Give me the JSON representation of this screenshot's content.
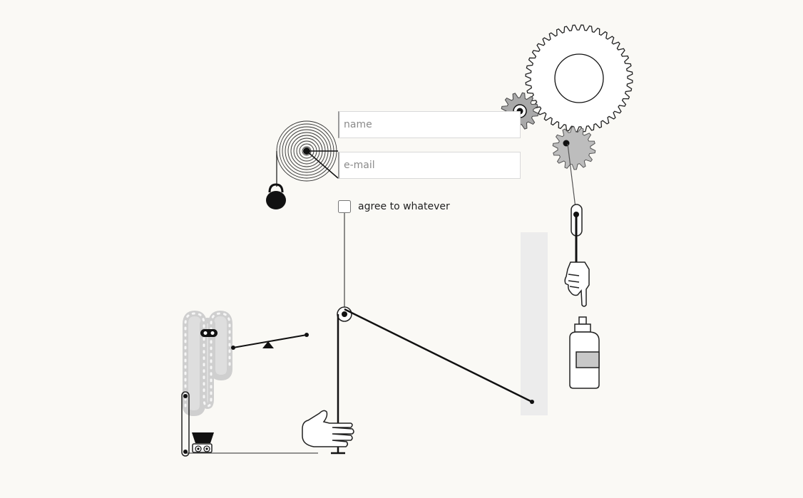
{
  "form": {
    "name_placeholder": "name",
    "email_placeholder": "e-mail",
    "agree_label": "agree to whatever"
  },
  "colors": {
    "background": "#faf9f5",
    "line": "#111111",
    "gear_fill": "#bdbdbd",
    "chain_fill": "#dcdcdc",
    "panel": "#ececec"
  },
  "icons": [
    "gear-icon",
    "kettlebell-icon",
    "spiral-spring-icon",
    "pointing-hand-icon",
    "open-hand-icon",
    "spray-bottle-icon",
    "cart-icon",
    "chain-icon",
    "lever-icon",
    "pulley-icon"
  ]
}
